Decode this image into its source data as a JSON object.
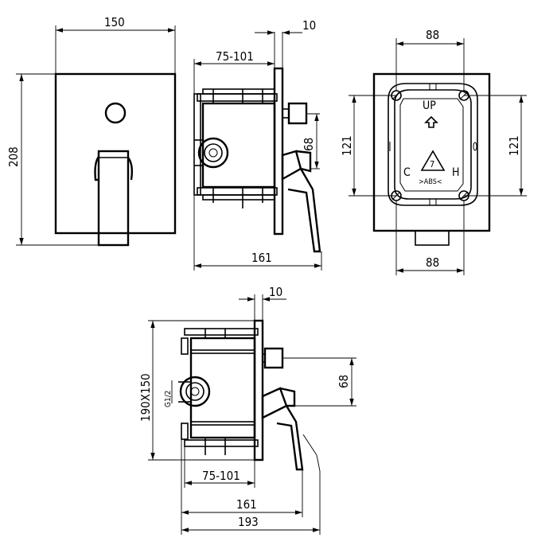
{
  "front_view": {
    "width": "150",
    "height": "208"
  },
  "side_view_top": {
    "box_depth": "75-101",
    "plate": "10",
    "outlet_drop": "68",
    "total_depth": "161"
  },
  "back_view": {
    "top_width": "88",
    "bottom_width": "88",
    "left_height": "121",
    "right_height": "121",
    "label_up": "UP",
    "label_c": "C",
    "label_h": "H",
    "recycle_code": "7",
    "label_abs": ">ABS<"
  },
  "side_view_bottom": {
    "plate": "10",
    "box_size": "190X150",
    "thread": "G1/2",
    "outlet_drop": "68",
    "box_depth": "75-101",
    "depth_161": "161",
    "depth_193": "193"
  }
}
